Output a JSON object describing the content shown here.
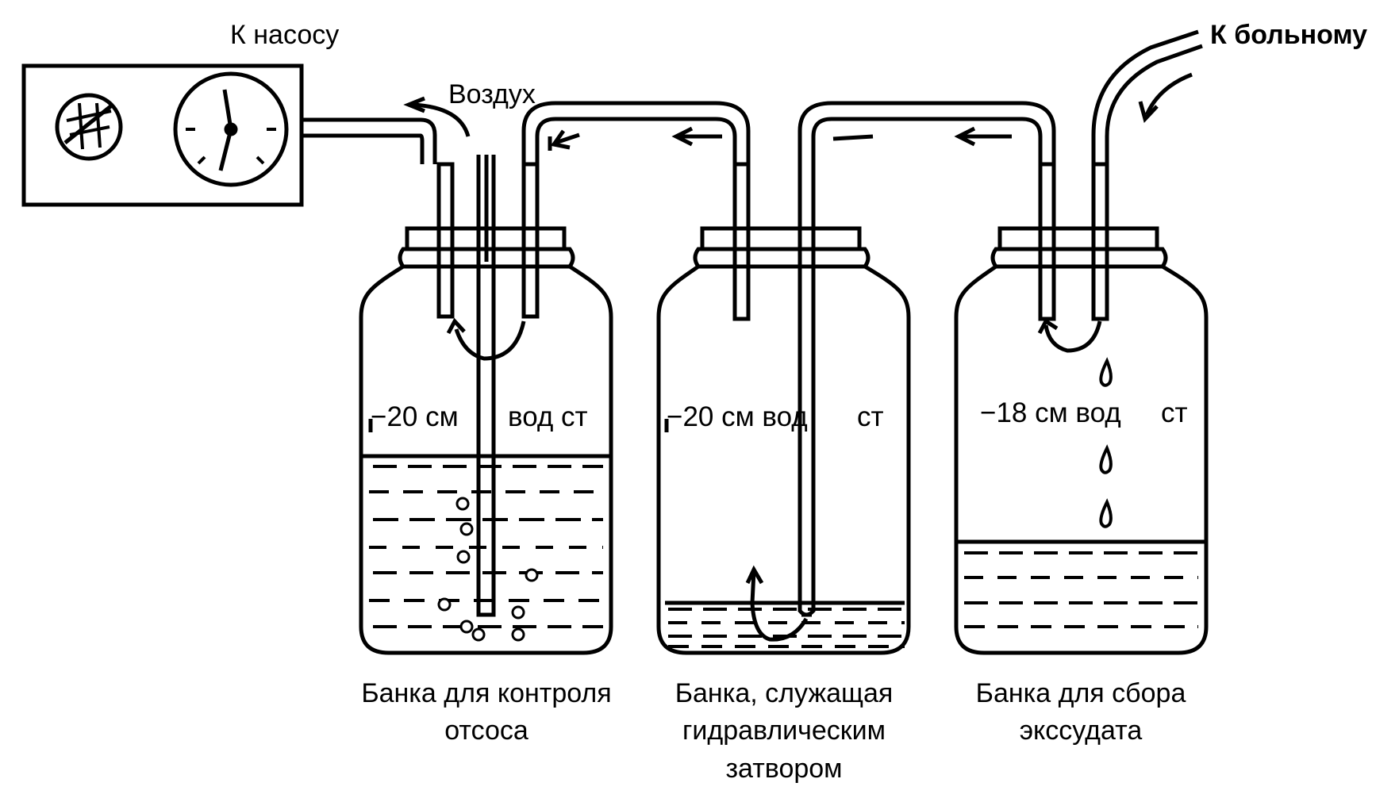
{
  "labels": {
    "to_pump": "К насосу",
    "to_patient": "К больному",
    "air": "Воздух"
  },
  "jars": [
    {
      "level": "−20 см",
      "unit": "вод  ст",
      "caption_lines": [
        "Банка для контроля",
        "отсоса"
      ]
    },
    {
      "level": "−20 см вод",
      "unit": "ст",
      "caption_lines": [
        "Банка, служащая",
        "гидравлическим",
        "затвором"
      ]
    },
    {
      "level": "−18 см вод",
      "unit": "ст",
      "caption_lines": [
        "Банка для сбора",
        "экссудата"
      ]
    }
  ],
  "colors": {
    "ink": "#000000",
    "paper": "#ffffff"
  }
}
